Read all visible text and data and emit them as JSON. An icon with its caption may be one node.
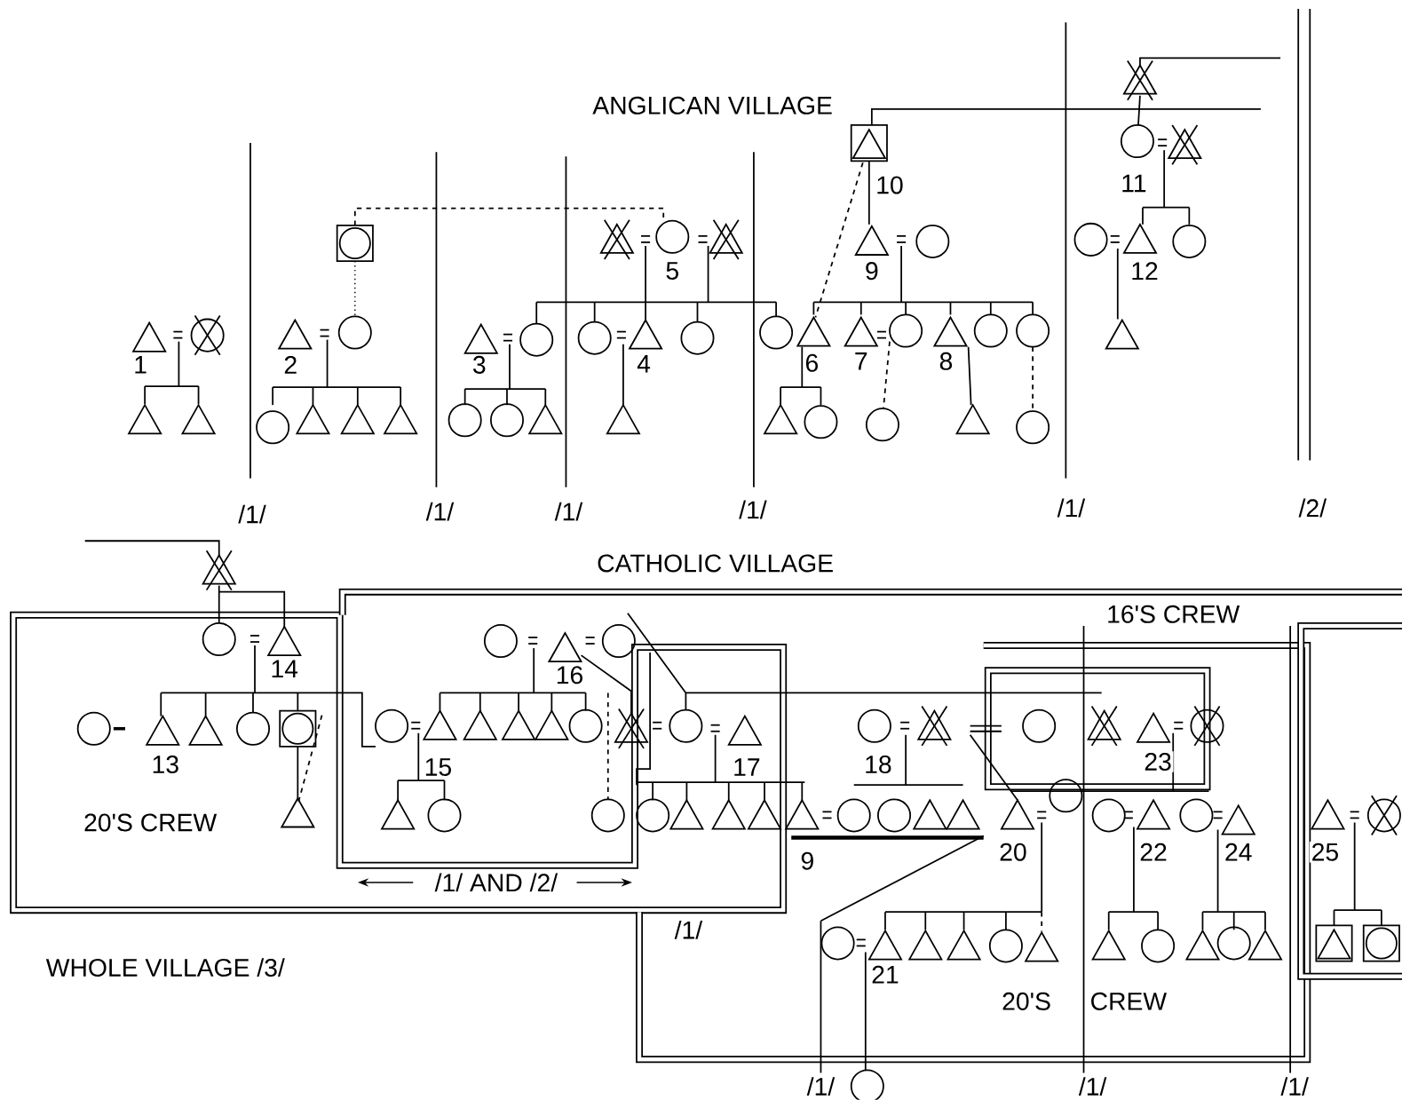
{
  "diagram": {
    "labels": [
      "ANGLICAN VILLAGE",
      "10",
      "11",
      "5",
      "9",
      "12",
      "1",
      "2",
      "3",
      "4",
      "6",
      "7",
      "8",
      "/1/",
      "/1/",
      "/1/",
      "/1/",
      "/1/",
      "/2/",
      "CATHOLIC VILLAGE",
      "16'S CREW",
      "14",
      "16",
      "13",
      "15",
      "17",
      "18",
      "23",
      "20'S CREW",
      "20",
      "22",
      "24",
      "25",
      "9",
      "/1/ AND /2/",
      "/1/",
      "WHOLE VILLAGE /3/",
      "21",
      "20'S",
      "CREW",
      "/1/",
      "/1/",
      "/1/"
    ]
  }
}
